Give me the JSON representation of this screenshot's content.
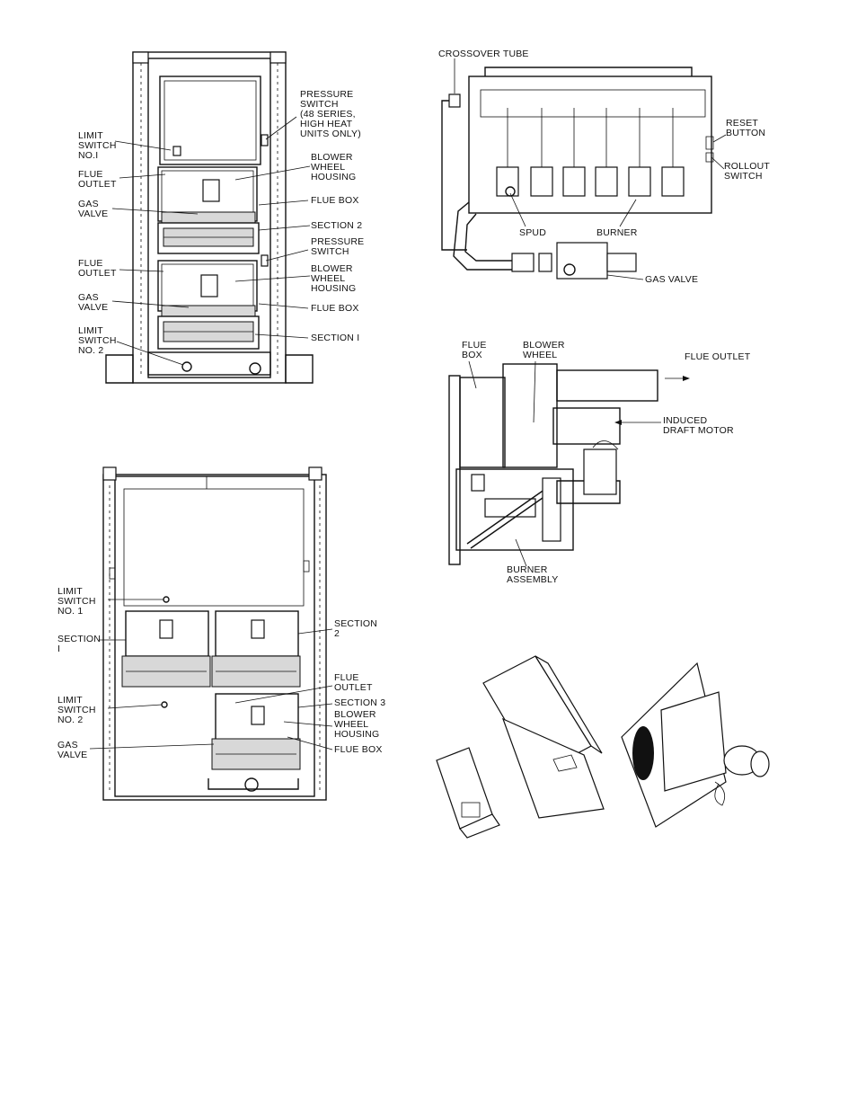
{
  "figure1": {
    "labels": {
      "pressure_switch_top": "PRESSURE\nSWITCH\n(48 SERIES,\nHIGH HEAT\nUNITS ONLY)",
      "limit_switch_1": "LIMIT\nSWITCH\nNO.I",
      "flue_outlet_top": "FLUE\nOUTLET",
      "blower_wheel_housing_top": "BLOWER\nWHEEL\nHOUSING",
      "flue_box_top": "FLUE BOX",
      "gas_valve_top": "GAS\nVALVE",
      "section_2": "SECTION 2",
      "pressure_switch_mid": "PRESSURE\nSWITCH",
      "flue_outlet_mid": "FLUE\nOUTLET",
      "blower_wheel_housing_mid": "BLOWER\nWHEEL\nHOUSING",
      "gas_valve_mid": "GAS\nVALVE",
      "flue_box_mid": "FLUE BOX",
      "limit_switch_2": "LIMIT\nSWITCH\nNO. 2",
      "section_1": "SECTION I"
    }
  },
  "figure2": {
    "labels": {
      "limit_switch_1": "LIMIT\nSWITCH\nNO. 1",
      "section_1": "SECTION\nI",
      "section_2": "SECTION\n2",
      "flue_outlet": "FLUE\nOUTLET",
      "section_3": "SECTION 3",
      "blower_wheel_housing": "BLOWER\nWHEEL\nHOUSING",
      "limit_switch_2": "LIMIT\nSWITCH\nNO. 2",
      "gas_valve": "GAS\nVALVE",
      "flue_box": "FLUE BOX"
    }
  },
  "figure3": {
    "labels": {
      "crossover_tube": "CROSSOVER TUBE",
      "reset_button": "RESET\nBUTTON",
      "rollout_switch": "ROLLOUT\nSWITCH",
      "spud": "SPUD",
      "burner": "BURNER",
      "gas_valve": "GAS VALVE"
    }
  },
  "figure4": {
    "labels": {
      "flue_box": "FLUE\nBOX",
      "blower_wheel": "BLOWER\nWHEEL",
      "flue_outlet": "FLUE OUTLET",
      "induced_draft_motor": "INDUCED\nDRAFT MOTOR",
      "burner_assembly": "BURNER\nASSEMBLY"
    }
  }
}
